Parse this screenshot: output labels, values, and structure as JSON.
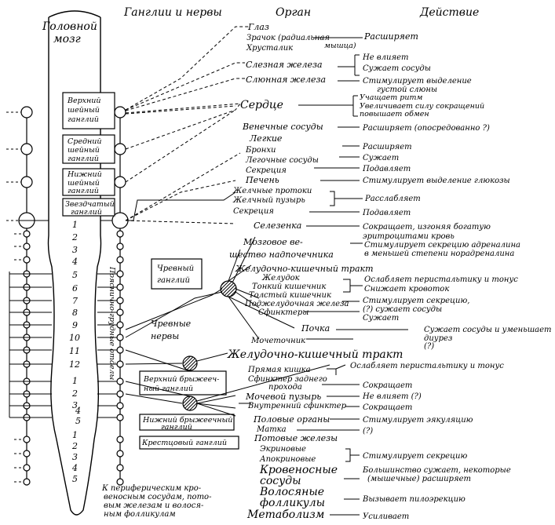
{
  "headers": {
    "brain": "Головной мозг",
    "ganglia": "Ганглии и нервы",
    "organ": "Орган",
    "action": "Действие"
  },
  "ganglia": {
    "upper_cervical": "Верхний шейный ганглий",
    "middle_cervical": "Средний шейный ганглий",
    "lower_cervical": "Нижний шейный ганглий",
    "stellate": "Звездчатый ганглий",
    "celiac": "Чревный ганглий",
    "celiac_nerves": "Чревные нервы",
    "upper_mesenteric": "Верхний брыжеечный ганглий",
    "lower_mesenteric": "Нижний брыжеечный ганглий",
    "sacral": "Крестцовый ганглий",
    "lumbar_spinal": "Поясничнo-грудные отделы"
  },
  "segments": {
    "thoracic": [
      "1",
      "2",
      "3",
      "4",
      "5",
      "6",
      "7",
      "8",
      "9",
      "10",
      "11",
      "12"
    ],
    "lumbar": [
      "1",
      "2",
      "3",
      "4",
      "5"
    ],
    "sacral": [
      "1",
      "2",
      "3",
      "4",
      "5"
    ]
  },
  "rows": [
    {
      "organ": "Глаз",
      "action": ""
    },
    {
      "organ": "Зрачок (радиальная мышца)",
      "action": "Расширяет"
    },
    {
      "organ": "Хрусталик",
      "action": ""
    },
    {
      "organ": "Слезная железа",
      "action": "Не влияет"
    },
    {
      "organ": "",
      "action": "Сужает сосуды"
    },
    {
      "organ": "Слюнная железа",
      "action": "Стимулирует выделение густой слюны"
    },
    {
      "organ": "Сердце",
      "action": "Учащает ритм"
    },
    {
      "organ": "",
      "action": "Увеличивает силу сокращений"
    },
    {
      "organ": "",
      "action": "повышает обмен"
    },
    {
      "organ": "Венечные сосуды",
      "action": "Расширяет (опосредованно ?)"
    },
    {
      "organ": "Легкие",
      "action": ""
    },
    {
      "organ": "Бронхи",
      "action": "Расширяет"
    },
    {
      "organ": "Легочные сосуды",
      "action": "Сужает"
    },
    {
      "organ": "Секреция",
      "action": "Подавляет"
    },
    {
      "organ": "Печень",
      "action": "Стимулирует выделение глюкозы"
    },
    {
      "organ": "Желчные протоки",
      "action": "Расслабляет"
    },
    {
      "organ": "Желчный пузырь",
      "action": ""
    },
    {
      "organ": "Секреция",
      "action": "Подавляет"
    },
    {
      "organ": "Селезенка",
      "action": "Сокращает, изгоняя богатую эритроцитами кровь"
    },
    {
      "organ": "Мозговое вещество надпочечника",
      "action": "Стимулирует секрецию адреналина в меньшей степени норадреналина"
    },
    {
      "organ": "Желудочно-кишечный тракт",
      "action": ""
    },
    {
      "organ": "Желудок",
      "action": "Ослабляет перистальтику и тонус"
    },
    {
      "organ": "Тонкий кишечник",
      "action": "Снижает кровоток"
    },
    {
      "organ": "Толстый кишечник",
      "action": ""
    },
    {
      "organ": "Поджелудочная железа",
      "action": "Стимулирует секрецию, (?) сужает сосуды"
    },
    {
      "organ": "Сфинктеры",
      "action": "Сужает"
    },
    {
      "organ": "Почка",
      "action": "Сужает сосуды и уменьшает диурез"
    },
    {
      "organ": "Мочеточник",
      "action": "(?)"
    },
    {
      "organ": "Желудочно-кишечный тракт",
      "action": ""
    },
    {
      "organ": "Прямая кишка",
      "action": "Ослабляет перистальтику и тонус"
    },
    {
      "organ": "Сфинктер заднего прохода",
      "action": "Сокращает"
    },
    {
      "organ": "Мочевой пузырь",
      "action": "Не влияет (?)"
    },
    {
      "organ": "Внутренний сфинктер",
      "action": "Сокращает"
    },
    {
      "organ": "Половые органы",
      "action": "Стимулирует эякуляцию"
    },
    {
      "organ": "Матка",
      "action": "(?)"
    },
    {
      "organ": "Потовые железы",
      "action": ""
    },
    {
      "organ": "Экриновые",
      "action": "Стимулирует секрецию"
    },
    {
      "organ": "Апокриновые",
      "action": ""
    },
    {
      "organ": "Кровеносные сосуды",
      "action": "Большинство сужает, некоторые (мышечные) расширяет"
    },
    {
      "organ": "Волосяные фолликулы",
      "action": "Вызывает пилоэрекцию"
    },
    {
      "organ": "Метаболизм",
      "action": "Усиливает"
    }
  ],
  "footnote": "К периферическим кровеносным сосудам, потовым железам и волосяным фолликулам"
}
